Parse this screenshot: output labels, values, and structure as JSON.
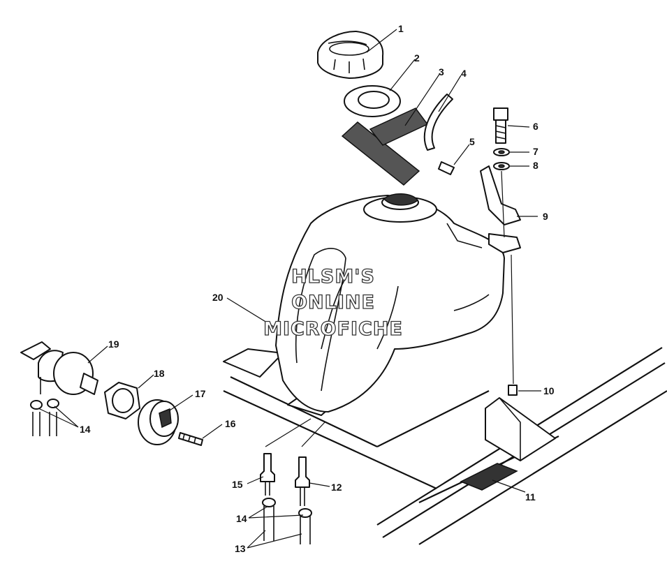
{
  "watermark": {
    "line1": "HLSM'S",
    "line2": "ONLINE",
    "line3": "MICROFICHE"
  },
  "callouts": {
    "c1": "1",
    "c2": "2",
    "c3": "3",
    "c4": "4",
    "c5": "5",
    "c6": "6",
    "c7": "7",
    "c8": "8",
    "c9": "9",
    "c10": "10",
    "c11": "11",
    "c12": "12",
    "c13": "13",
    "c14a": "14",
    "c14b": "14",
    "c15": "15",
    "c16": "16",
    "c17": "17",
    "c18": "18",
    "c19": "19",
    "c20": "20"
  }
}
